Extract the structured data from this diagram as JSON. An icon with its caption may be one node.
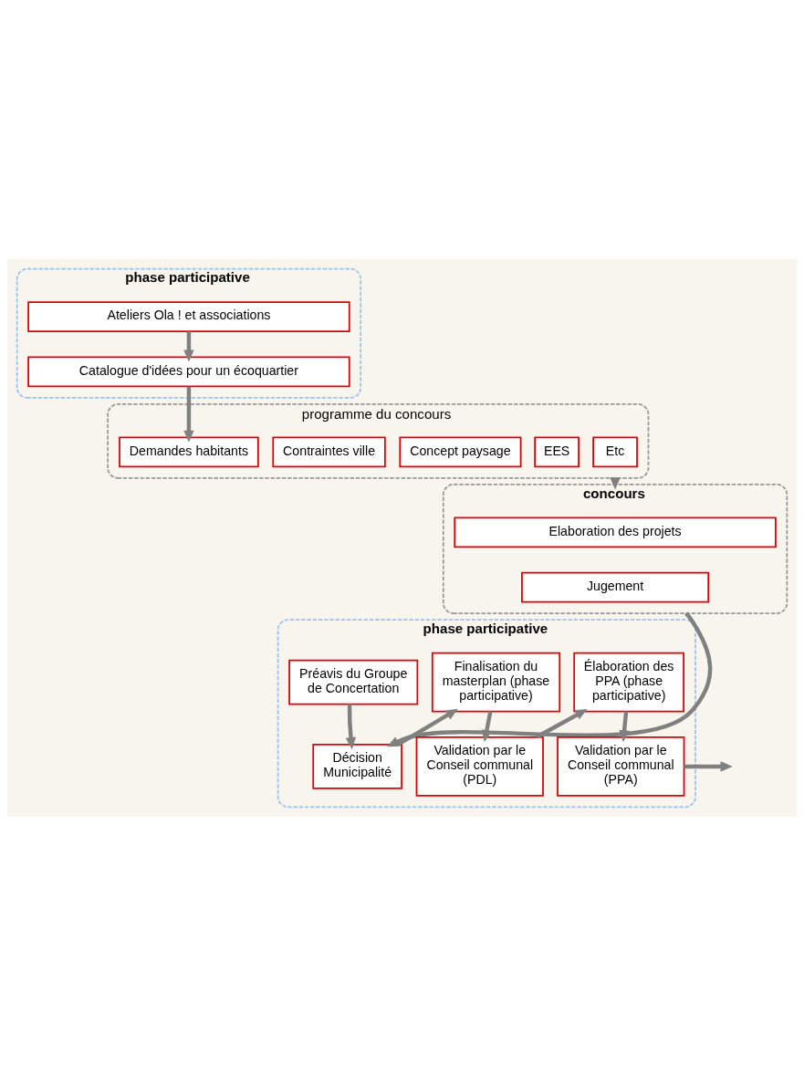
{
  "diagram": {
    "nodes": [
      {
        "text": [
          "phase participative"
        ]
      },
      {
        "text": [
          "Ateliers Ola ! et associations"
        ],
        "in": 0
      },
      {
        "text": [
          "Catalogue d'idées pour un écoquartier"
        ],
        "in": 0
      },
      {
        "text": [
          "programme du concours"
        ]
      },
      {
        "text": [
          "Demandes habitants"
        ],
        "in": 3
      },
      {
        "text": [
          "Contraintes ville"
        ],
        "in": 3
      },
      {
        "text": [
          "Concept paysage"
        ],
        "in": 3
      },
      {
        "text": [
          "EES"
        ],
        "in": 3
      },
      {
        "text": [
          "Etc"
        ],
        "in": 3
      },
      {
        "text": [
          "concours"
        ]
      },
      {
        "text": [
          "Elaboration des projets"
        ],
        "in": 9
      },
      {
        "text": [
          "Jugement"
        ],
        "in": 9
      },
      {
        "text": [
          "phase participative"
        ]
      },
      {
        "text": [
          "Préavis du Groupe de Concertation"
        ],
        "in": 12
      },
      {
        "text": [
          "Finalisation du masterplan (phase participative)"
        ],
        "in": 12
      },
      {
        "text": [
          "Élaboration des PPA (phase participative)"
        ],
        "in": 12
      },
      {
        "text": [
          "Décision Municipalité"
        ],
        "in": 12
      },
      {
        "text": [
          "Validation par le Conseil communal (PDL)"
        ],
        "in": 12
      },
      {
        "text": [
          "Validation par le Conseil communal (PPA)"
        ],
        "in": 12
      }
    ],
    "edges": [
      {
        "from": 1,
        "to": 2,
        "arrow": "to"
      },
      {
        "from": 2,
        "to": 4,
        "arrow": "to"
      },
      {
        "from": 3,
        "to": 9,
        "arrow": "to"
      },
      {
        "from": 9,
        "to": 16,
        "arrow": "to"
      },
      {
        "from": 13,
        "to": 16,
        "arrow": "to"
      },
      {
        "from": 16,
        "to": 14,
        "arrow": "to"
      },
      {
        "from": 14,
        "to": 17,
        "arrow": "to"
      },
      {
        "from": 17,
        "to": 15,
        "arrow": "to"
      },
      {
        "from": 15,
        "to": 18,
        "arrow": "to"
      },
      {
        "from": 18,
        "to": null,
        "arrow": "to"
      }
    ]
  }
}
